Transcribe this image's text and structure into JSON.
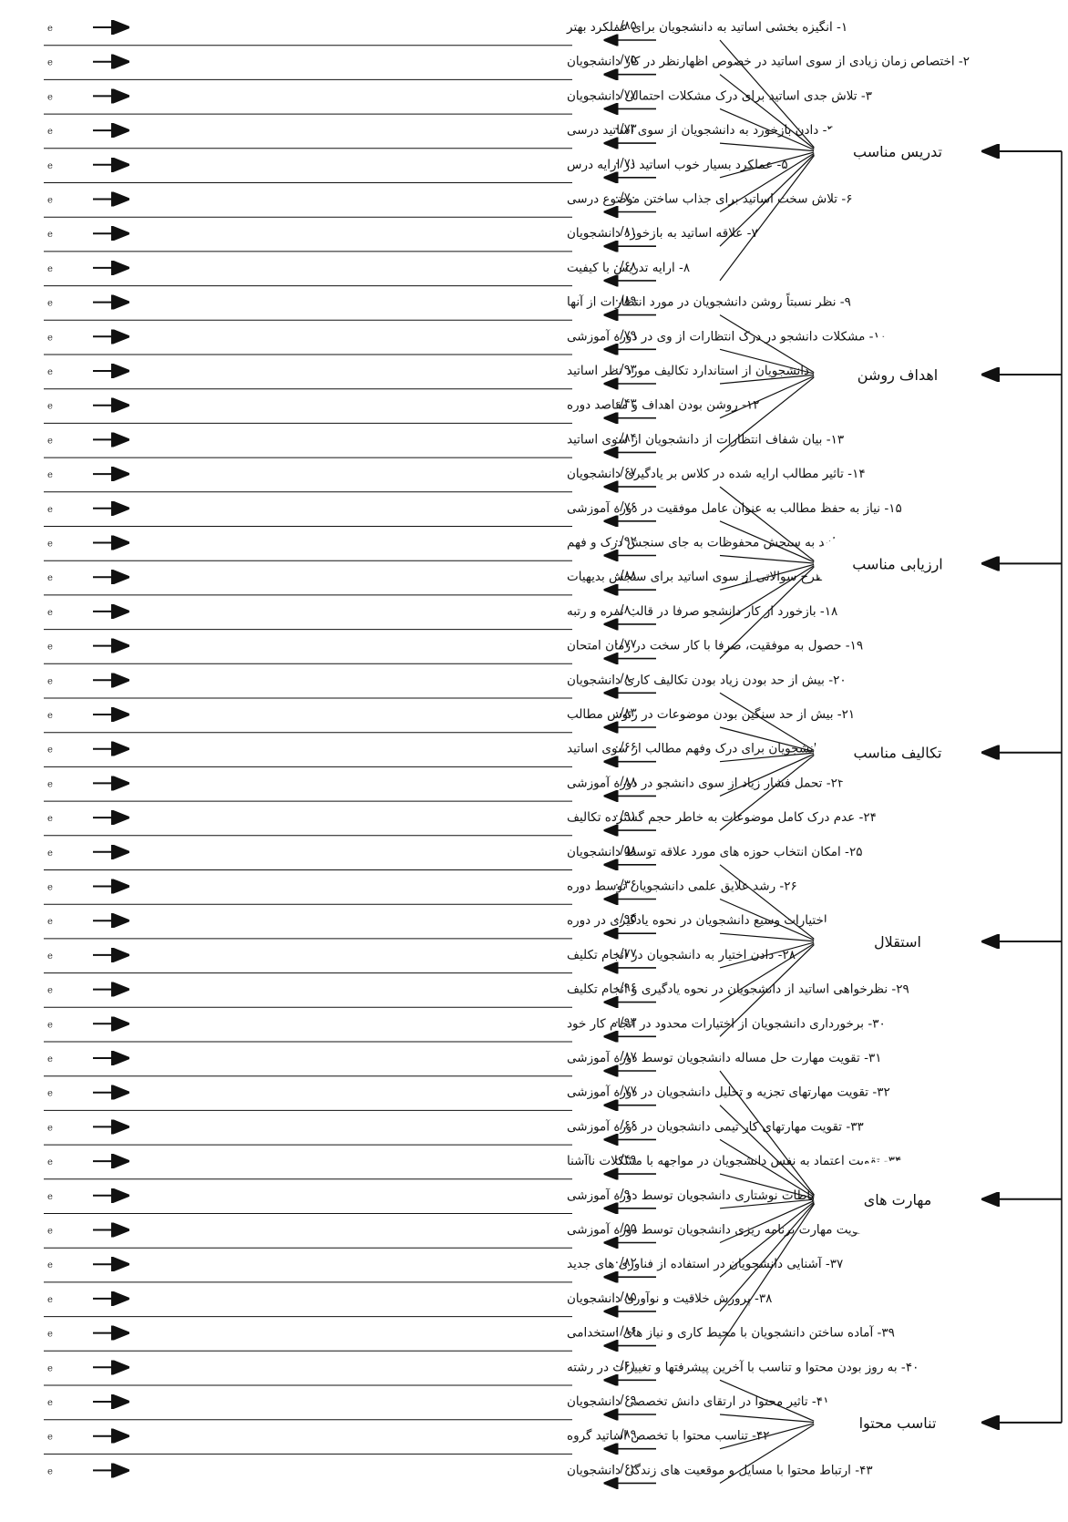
{
  "error_label": "e",
  "items": [
    "۱- انگیزه بخشی اساتید به دانشجویان برای عملکرد بهتر",
    "۲- اختصاص زمان زیادی از سوی اساتید در خصوص اظهارنظر در کار دانشجویان",
    "۳- تلاش جدی اساتید برای درک مشکلات احتمالی دانشجویان",
    "۴- دادن بازخورد به دانشجویان از سوی اساتید درسی",
    "۵- عملکرد بسیار خوب اساتید در ارایه درس",
    "۶- تلاش سخت اساتید برای جذاب ساختن موضوع درسی",
    "۷- علاقه اساتید به بازخورد دانشجویان",
    "۸- ارایه تدریس با کیفیت",
    "۹- نظر نسبتاً روشن دانشجویان در مورد انتظارات از آنها",
    "۱۰- مشکلات دانشجو در درک انتظارات از وی در دوره آموزشی",
    "۱۱- درک آسان دانشجویان از استاندارد تکالیف مورد نظر اساتید",
    "۱۲- روشن بودن اهداف و مقاصد دوره",
    "۱۳- بیان شفاف انتظارات از دانشجویان از سوی اساتید",
    "۱۴- تاثیر مطالب ارایه شده در کلاس بر یادگیری دانشجویان",
    "۱۵- نیاز به حفظ مطالب به عنوان عامل موفقیت در دوره آموزشی",
    "۱۶- علاقه اساتید به سنجش محفوظات به جای سنجش درک و فهم",
    "۱۷- طرح سوالاتی از سوی اساتید برای سنجش بدیهیات",
    "۱۸- بازخورد از کار دانشجو صرفا در قالب نمره و رتبه",
    "۱۹- حصول به موفقیت، صرفا با کار سخت در زمان امتحان",
    "۲۰- بیش از حد بودن زیاد بودن تکالیف کاری دانشجویان",
    "۲۱- بیش از حد سنگین بودن موضوعات در رئوس مطالب",
    "۲۲- اختصاص وقت کافی به دانشجویان برای درک وفهم مطالب از سوی اساتید",
    "۲۳- تحمل فشار زیاد از سوی دانشجو در دوره آموزشی",
    "۲۴- عدم درک کامل موضوعات به خاطر حجم گسترده تکالیف",
    "۲۵- امکان انتخاب حوزه های مورد علاقه توسط دانشجویان",
    "۲۶- رشد علایق علمی دانشجویان توسط دوره",
    "۲۷- اختیارات وسیع دانشجویان در نحوه یادگیری در دوره",
    "۲۸- دادن اختیار به دانشجویان در انجام تکلیف",
    "۲۹- نظرخواهی اساتید از دانشجویان در نحوه یادگیری و انجام تکلیف",
    "۳۰- برخورداری دانشجویان از اختیارات محدود در انجام کار خود",
    "۳۱- تقویت مهارت حل مساله دانشجویان توسط دوره آموزشی",
    "۳۲- تقویت مهارتهای تجزیه و تحلیل دانشجویان در دوره آموزشی",
    "۳۳- تقویت مهارتهای کار تیمی دانشجویان در دوره آموزشی",
    "۳۴- تقویت اعتماد به نفس دانشجویان در مواجهه با مشکلات ناآشنا",
    "۳۵- تقویت مهارت ارتباطات نوشتاری دانشجویان توسط دوره آموزشی",
    "۳۶- تقویت مهارت برنامه ریزی دانشجویان توسط دوره آموزشی",
    "۳۷- آشنایی دانشجویان در استفاده از فناوری های جدید",
    "۳۸- پرورش خلاقیت و نوآوری دانشجویان",
    "۳۹- آماده ساختن دانشجویان با محیط کاری و نیاز های استخدامی",
    "۴۰- به روز بودن محتوا و تناسب با آخرین پیشرفتها و تغییرات در رشته",
    "۴۱- تاثیر محتوا در ارتقای دانش تخصصی دانشجویان",
    "۴۲- تناسب محتوا با تخصص اساتید گروه",
    "۴۳- ارتباط محتوا با مسایل و موقعیت های زندگی دانشجویان"
  ],
  "loadings": [
    "۰/۸۵",
    "۰/۷۵",
    "۰/۷۷",
    "۰/۷۳",
    "۰/۷۱",
    "۰/۷۰",
    "۰/۸۱",
    "۰/۶۸",
    "۰/۸۹",
    "۰/۷۹",
    "۰/۹۳",
    "۰/۴۳",
    "۰/۸۴",
    "۰/۶۷",
    "۰/۷۶",
    "۰/۹۲",
    "۰/۸۸",
    "۰/۸۰",
    "۰/۷۷",
    "۰/۸۰",
    "۰/۸۳",
    "۰/۶۶",
    "۰/۸۸",
    "۰/۹۱",
    "۰/۵۸",
    "۰/۳۶",
    "۰/۹۵",
    "۰/۷۷",
    "۰/۹۶",
    "۰/۹۳",
    "۰/۸۷",
    "۰/۷۷",
    "۰/۶۶",
    "۰/۴۹",
    "۰/۹۰",
    "۰/۵۵",
    "۰/۸۲",
    "۰/۸۵",
    "۰/۸۶",
    "۰/۶۱",
    "۰/۶۹",
    "۰/۸۹",
    "۰/۶۲"
  ],
  "factors": [
    {
      "name": "تدریس مناسب",
      "items": [
        1,
        2,
        3,
        4,
        5,
        6,
        7,
        8
      ]
    },
    {
      "name": "اهداف روشن",
      "items": [
        9,
        10,
        11,
        12,
        13
      ]
    },
    {
      "name": "ارزیابی مناسب",
      "items": [
        14,
        15,
        16,
        17,
        18,
        19
      ]
    },
    {
      "name": "تکالیف مناسب",
      "items": [
        20,
        21,
        22,
        23,
        24
      ]
    },
    {
      "name": "استقلال",
      "items": [
        25,
        26,
        27,
        28,
        29,
        30
      ]
    },
    {
      "name": "مهارت های",
      "items": [
        31,
        32,
        33,
        34,
        35,
        36,
        37,
        38,
        39
      ]
    },
    {
      "name": "تناسب محتوا",
      "items": [
        40,
        41,
        42,
        43
      ]
    }
  ]
}
